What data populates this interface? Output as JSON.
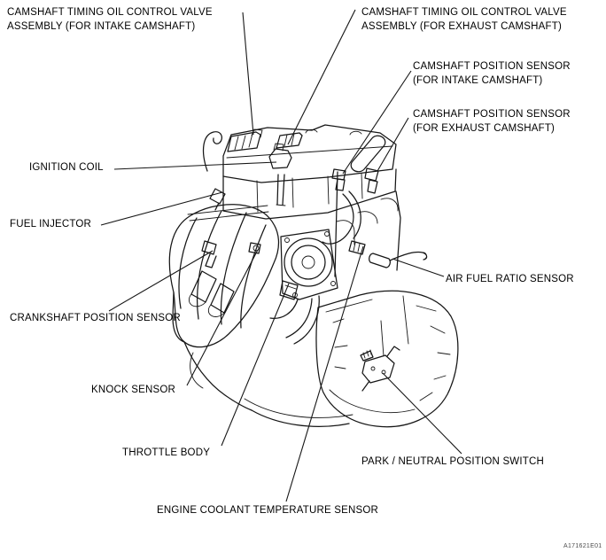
{
  "page": {
    "background": "#ffffff",
    "line_color": "#161616",
    "text_color": "#000000",
    "figure_code": "A171621E01"
  },
  "labels": {
    "intake_ocv": {
      "line1": "CAMSHAFT TIMING OIL CONTROL VALVE",
      "line2": "ASSEMBLY (FOR INTAKE CAMSHAFT)"
    },
    "exhaust_ocv": {
      "line1": "CAMSHAFT TIMING OIL CONTROL VALVE",
      "line2": "ASSEMBLY (FOR EXHAUST CAMSHAFT)"
    },
    "cps_intake": {
      "line1": "CAMSHAFT POSITION SENSOR",
      "line2": "(FOR INTAKE CAMSHAFT)"
    },
    "cps_exhaust": {
      "line1": "CAMSHAFT POSITION SENSOR",
      "line2": "(FOR EXHAUST CAMSHAFT)"
    },
    "ignition_coil": {
      "line1": "IGNITION COIL"
    },
    "fuel_injector": {
      "line1": "FUEL INJECTOR"
    },
    "air_fuel_ratio": {
      "line1": "AIR FUEL RATIO SENSOR"
    },
    "crankshaft_ps": {
      "line1": "CRANKSHAFT POSITION SENSOR"
    },
    "knock_sensor": {
      "line1": "KNOCK SENSOR"
    },
    "throttle_body": {
      "line1": "THROTTLE BODY"
    },
    "park_neutral": {
      "line1": "PARK / NEUTRAL POSITION SWITCH"
    },
    "ect_sensor": {
      "line1": "ENGINE COOLANT TEMPERATURE SENSOR"
    }
  }
}
